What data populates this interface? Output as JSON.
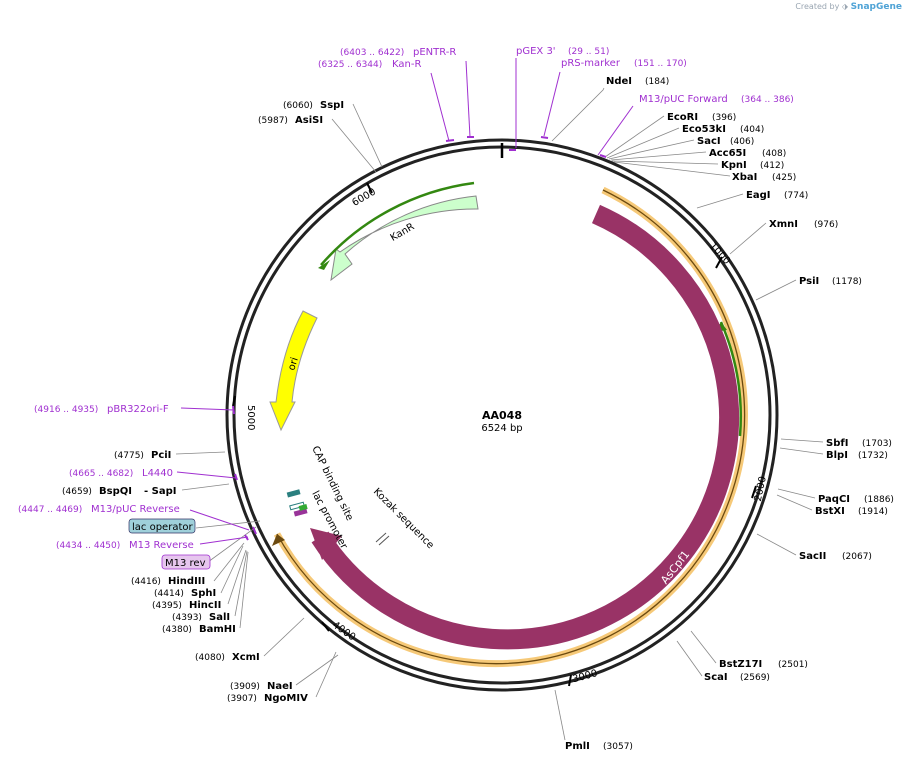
{
  "watermark": {
    "prefix": "Created by",
    "brand": "SnapGene"
  },
  "plasmid": {
    "name": "AA048",
    "size_label": "6524 bp",
    "total_bp": 6524
  },
  "ticks": [
    "1000",
    "2000",
    "3000",
    "4000",
    "5000",
    "6000"
  ],
  "features": {
    "kanr": "KanR",
    "ori": "ori",
    "ascpf1": "AsCpf1",
    "cap": "CAP binding site",
    "lac_promoter": "lac promoter",
    "kozak": "Kozak sequence"
  },
  "enzymes_right": [
    {
      "name": "NdeI",
      "pos": "(184)"
    },
    {
      "name": "EcoRI",
      "pos": "(396)"
    },
    {
      "name": "Eco53kI",
      "pos": "(404)"
    },
    {
      "name": "SacI",
      "pos": "(406)"
    },
    {
      "name": "Acc65I",
      "pos": "(408)"
    },
    {
      "name": "KpnI",
      "pos": "(412)"
    },
    {
      "name": "XbaI",
      "pos": "(425)"
    },
    {
      "name": "EagI",
      "pos": "(774)"
    },
    {
      "name": "XmnI",
      "pos": "(976)"
    },
    {
      "name": "PsiI",
      "pos": "(1178)"
    },
    {
      "name": "SbfI",
      "pos": "(1703)"
    },
    {
      "name": "BlpI",
      "pos": "(1732)"
    },
    {
      "name": "PaqCI",
      "pos": "(1886)"
    },
    {
      "name": "BstXI",
      "pos": "(1914)"
    },
    {
      "name": "SacII",
      "pos": "(2067)"
    },
    {
      "name": "BstZ17I",
      "pos": "(2501)"
    },
    {
      "name": "ScaI",
      "pos": "(2569)"
    },
    {
      "name": "PmlI",
      "pos": "(3057)"
    }
  ],
  "enzymes_left": [
    {
      "name": "SspI",
      "pos": "(6060)"
    },
    {
      "name": "AsiSI",
      "pos": "(5987)"
    },
    {
      "name": "PciI",
      "pos": "(4775)"
    },
    {
      "name": "BspQI",
      "pos": "(4659)",
      "alias": "- SapI"
    },
    {
      "name": "HindIII",
      "pos": "(4416)"
    },
    {
      "name": "SphI",
      "pos": "(4414)"
    },
    {
      "name": "HincII",
      "pos": "(4395)"
    },
    {
      "name": "SalI",
      "pos": "(4393)"
    },
    {
      "name": "BamHI",
      "pos": "(4380)"
    },
    {
      "name": "XcmI",
      "pos": "(4080)"
    },
    {
      "name": "NaeI",
      "pos": "(3909)"
    },
    {
      "name": "NgoMIV",
      "pos": "(3907)"
    }
  ],
  "primers": [
    {
      "name": "Kan-R",
      "range": "(6325 .. 6344)"
    },
    {
      "name": "pENTR-R",
      "range": "(6403 .. 6422)"
    },
    {
      "name": "pGEX 3'",
      "range": "(29 .. 51)"
    },
    {
      "name": "pRS-marker",
      "range": "(151 .. 170)"
    },
    {
      "name": "M13/pUC Forward",
      "range": "(364 .. 386)"
    },
    {
      "name": "pBR322ori-F",
      "range": "(4916 .. 4935)"
    },
    {
      "name": "L4440",
      "range": "(4665 .. 4682)"
    },
    {
      "name": "M13/pUC Reverse",
      "range": "(4447 .. 4469)"
    },
    {
      "name": "M13 Reverse",
      "range": "(4434 .. 4450)"
    }
  ],
  "boxed_labels": {
    "lac_operator": "lac operator",
    "m13_rev": "M13 rev"
  },
  "colors": {
    "backbone": "#222222",
    "ascpf1": "#993366",
    "kanr": "#ccffcc",
    "ori": "#ffff00",
    "orange_track": "#f5c060",
    "green_arrow": "#338811",
    "primer": "#a030d0",
    "lac_operator": "#9fd0da",
    "m13_rev_fill": "#e6c6ee"
  }
}
